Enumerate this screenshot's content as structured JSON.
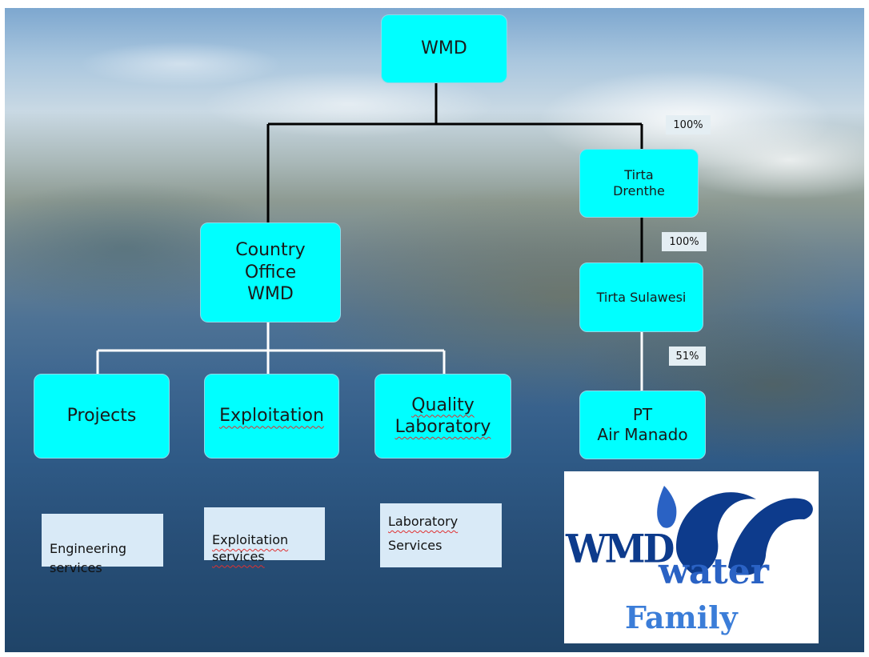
{
  "nodes": {
    "wmd": "WMD",
    "tirta_drenthe": "Tirta\nDrenthe",
    "country_office": "Country\nOffice\nWMD",
    "tirta_sulawesi": "Tirta Sulawesi",
    "projects": "Projects",
    "exploitation": "Exploitation",
    "quality_laboratory": "Quality\nLaboratory",
    "pt_air_manado": "PT\nAir Manado"
  },
  "ownership": {
    "wmd_to_tirta_drenthe": "100%",
    "tirta_drenthe_to_tirta_sulawesi": "100%",
    "tirta_sulawesi_to_pt_air_manado": "51%"
  },
  "services": {
    "engineering": "Engineering\nservices",
    "exploitation": "Exploitation\nservices",
    "laboratory_word": "Laboratory",
    "laboratory_services": "Services"
  },
  "logo": {
    "wmd": "WMD",
    "water": "water",
    "family": "Family"
  },
  "colors": {
    "node_fill": "#00ffff",
    "connector_black": "#000000",
    "connector_white": "#ffffff",
    "logo_dark_blue": "#0d3b8c",
    "logo_mid_blue": "#2a62c4",
    "logo_family_blue": "#3b7dd8"
  }
}
